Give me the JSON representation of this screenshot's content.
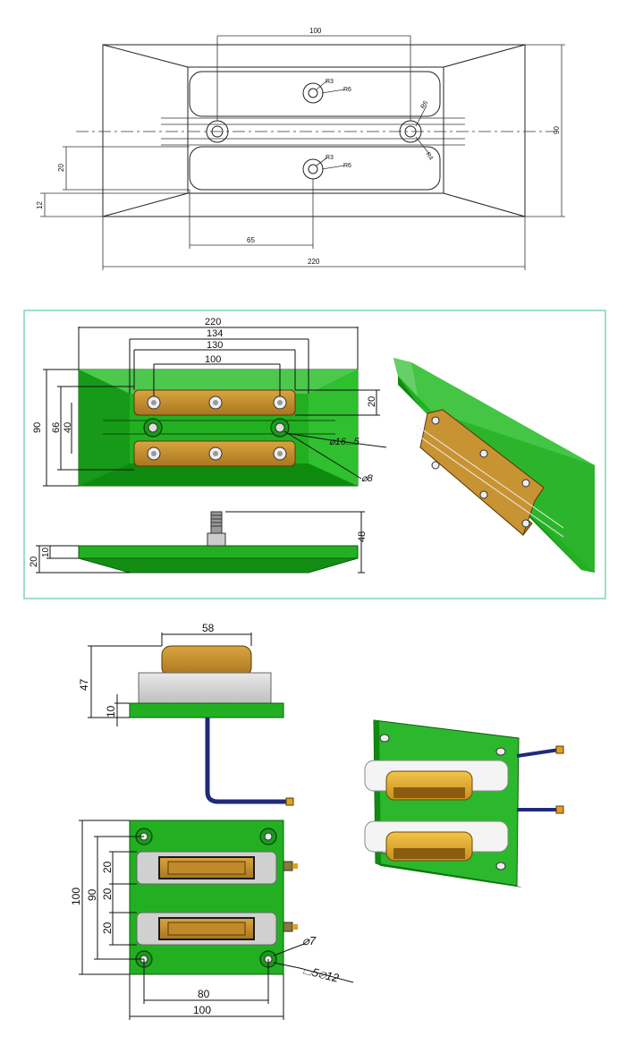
{
  "colors": {
    "green": "#22b022",
    "green_dark": "#118a11",
    "green_light": "#6fd96f",
    "copper": "#b8862b",
    "copper_light": "#e6b84a",
    "panel_border": "#7fd6b0",
    "cable": "#1f2a7a"
  },
  "drawing1": {
    "dims": {
      "d100": "100",
      "d90": "90",
      "d20": "20",
      "d12": "12",
      "d65": "65",
      "d220": "220",
      "r3a": "R3",
      "r6a": "R6",
      "r3b": "R3",
      "r6b": "R6",
      "r6c": "R6",
      "r4": "R4"
    }
  },
  "drawing2": {
    "dims": {
      "d220": "220",
      "d134": "134",
      "d130": "130",
      "d100": "100",
      "d90": "90",
      "d66": "66",
      "d40": "40",
      "d20": "20",
      "d16": "⌀16⌴5",
      "d8": "⌀8",
      "d48": "48",
      "d20b": "20",
      "d10": "10"
    }
  },
  "drawing3": {
    "dims": {
      "d58": "58",
      "d47": "47",
      "d10": "10",
      "d100v": "100",
      "d90": "90",
      "d20a": "20",
      "d20b": "20",
      "d20c": "20",
      "d7": "⌀7",
      "d12": "⌴5⌀12",
      "d80": "80",
      "d100h": "100"
    }
  }
}
